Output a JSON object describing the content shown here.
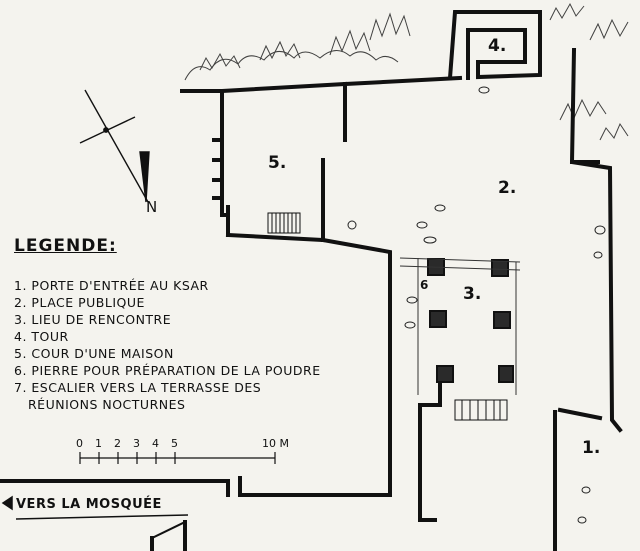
{
  "legend": {
    "title": "LEGENDE:",
    "items": [
      "1. PORTE D'ENTRÉE AU KSAR",
      "2. PLACE PUBLIQUE",
      "3. LIEU DE RENCONTRE",
      "4. TOUR",
      "5. COUR D'UNE MAISON",
      "6. PIERRE POUR PRÉPARATION DE LA POUDRE",
      "7. ESCALIER VERS LA TERRASSE DES",
      "RÉUNIONS NOCTURNES"
    ]
  },
  "markers": {
    "one": "1.",
    "two": "2.",
    "three": "3.",
    "four": "4.",
    "five": "5.",
    "six": "6"
  },
  "scale": {
    "ticks": [
      "0",
      "1",
      "2",
      "3",
      "4",
      "5"
    ],
    "end_label": "10 M"
  },
  "north_label": "N",
  "direction_label": "VERS LA MOSQUÉE"
}
